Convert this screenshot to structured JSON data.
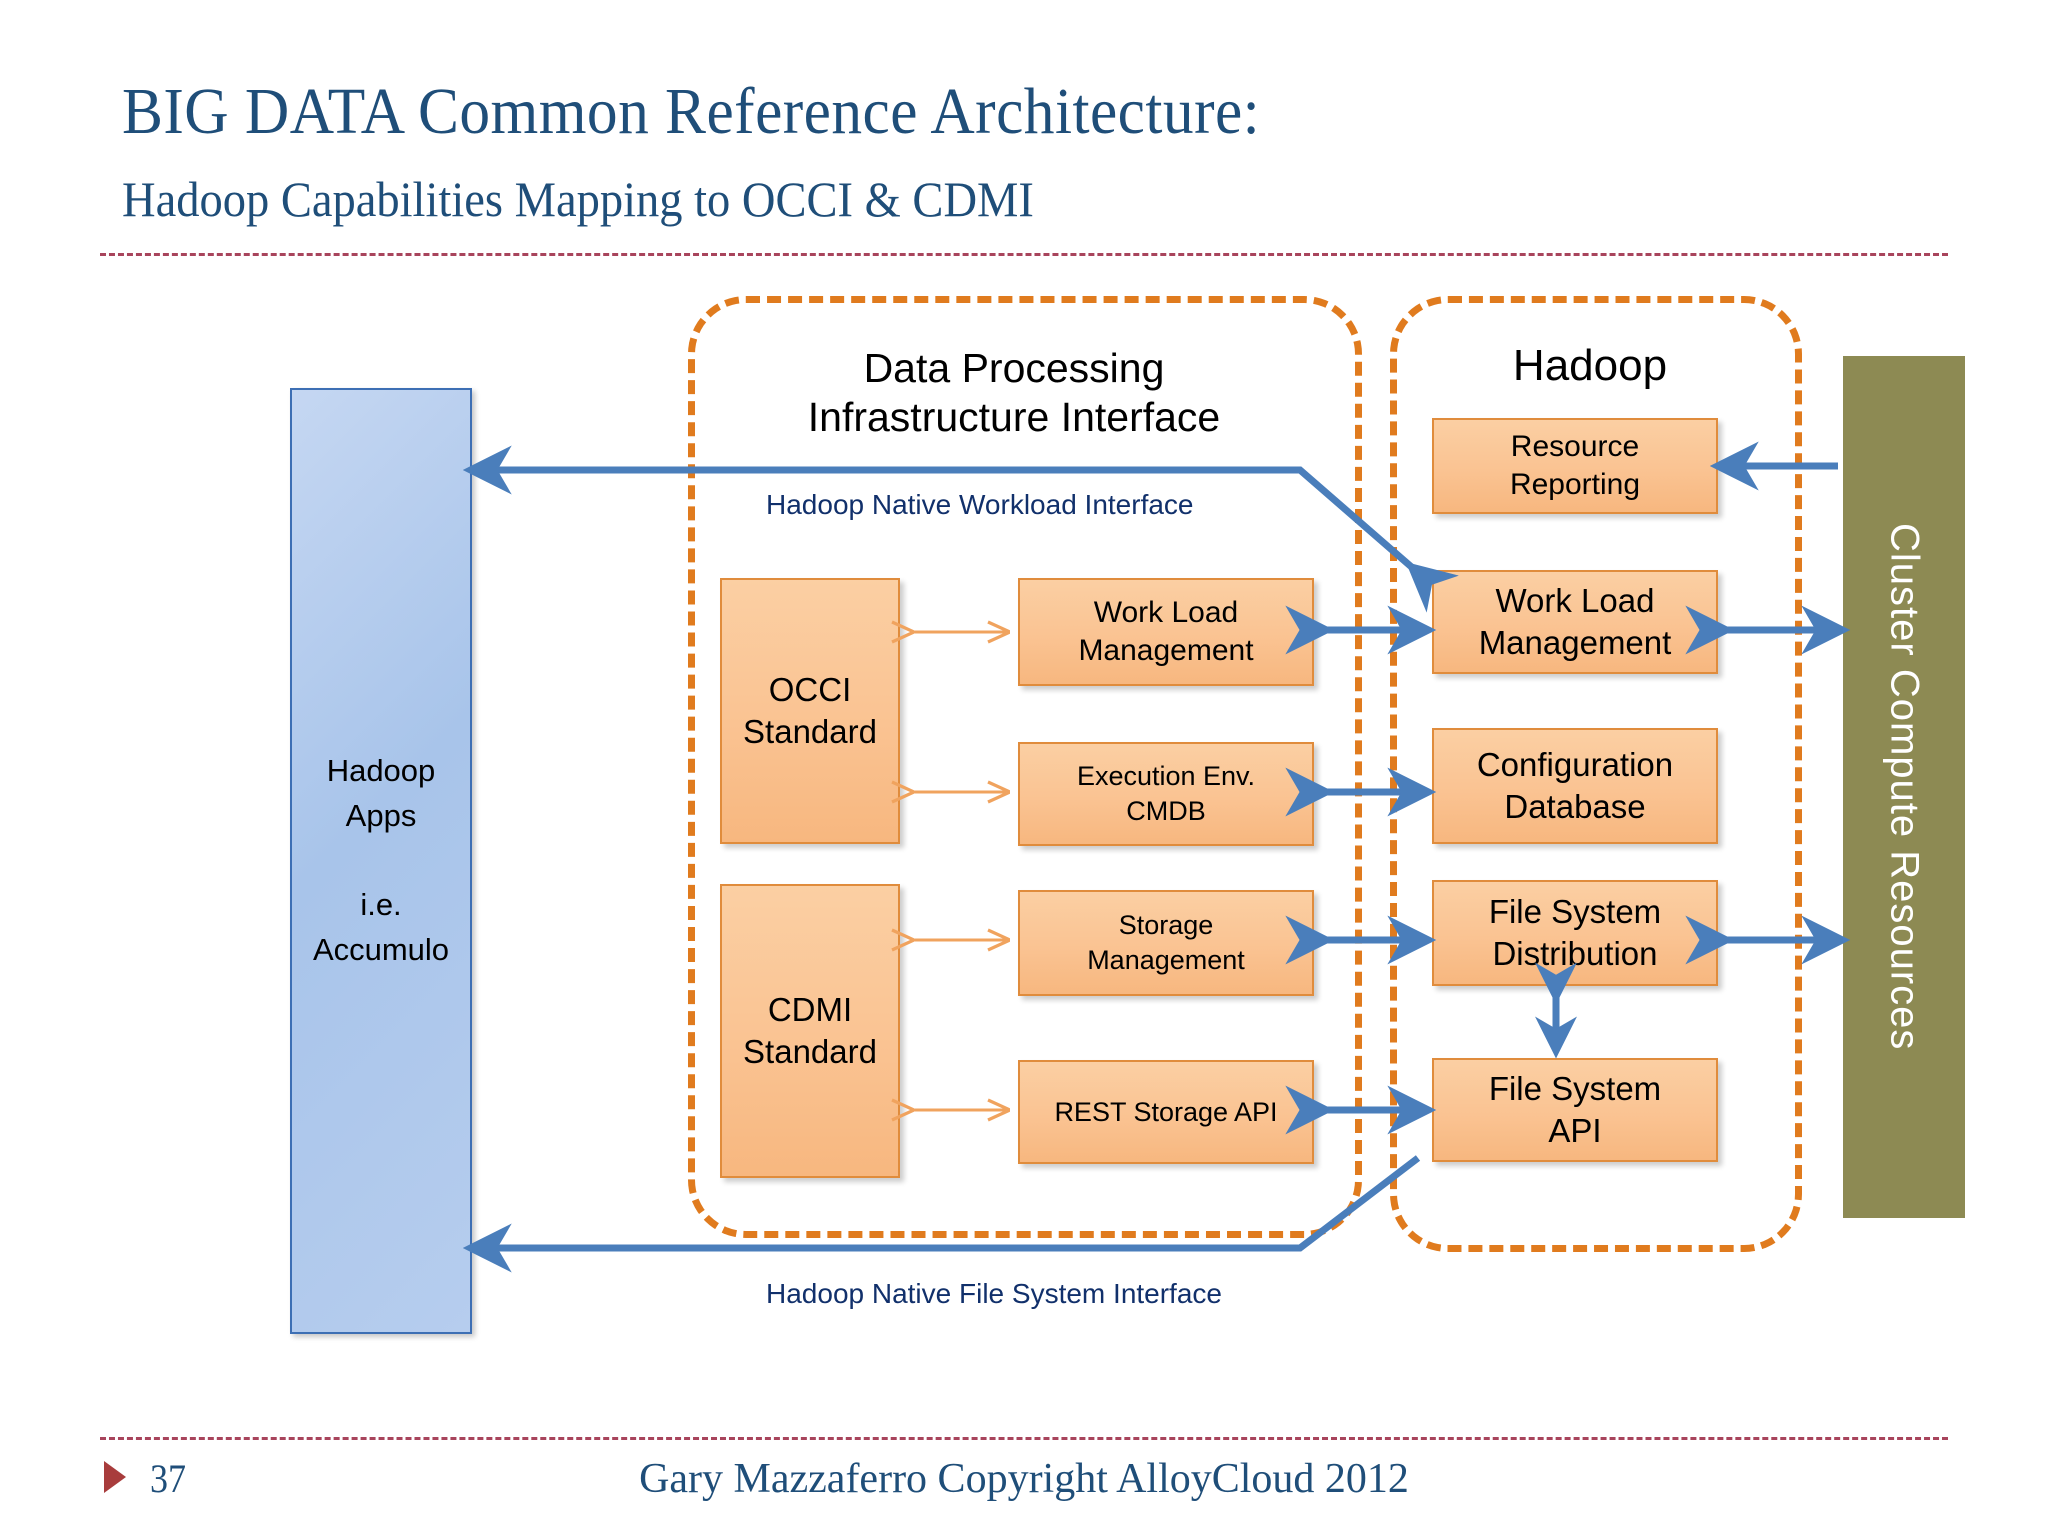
{
  "slide": {
    "title": "BIG DATA Common Reference Architecture:",
    "subtitle": "Hadoop Capabilities Mapping to OCCI & CDMI",
    "page_number": "37",
    "footer": "Gary Mazzaferro Copyright AlloyCloud 2012"
  },
  "colors": {
    "title_blue": "#1f4e79",
    "rule_maroon": "#a8445c",
    "group_orange": "#e07b1e",
    "box_orange_fill": "#fac392",
    "box_orange_border": "#e08c3c",
    "apps_blue_fill": "#a8c4ea",
    "apps_blue_border": "#3d6fb4",
    "arrow_blue": "#4a7ebb",
    "arrow_orange": "#f0a35e",
    "cluster_olive": "#8d8a53",
    "triangle_red": "#a83c3c"
  },
  "left_panel": {
    "label": "Hadoop\nApps\n\ni.e.\nAccumulo"
  },
  "right_panel": {
    "label": "Cluster Compute Resources"
  },
  "groups": {
    "data_processing": {
      "label": "Data Processing\nInfrastructure Interface"
    },
    "hadoop": {
      "label": "Hadoop"
    }
  },
  "interface_labels": {
    "workload": "Hadoop Native Workload Interface",
    "filesystem": "Hadoop Native File System Interface"
  },
  "standards": [
    {
      "id": "occi",
      "label": "OCCI\nStandard"
    },
    {
      "id": "cdmi",
      "label": "CDMI\nStandard"
    }
  ],
  "middle_boxes": [
    {
      "id": "work-load-management",
      "label": "Work Load\nManagement"
    },
    {
      "id": "execution-env-cmdb",
      "label": "Execution Env.\nCMDB"
    },
    {
      "id": "storage-management",
      "label": "Storage\nManagement"
    },
    {
      "id": "rest-storage-api",
      "label": "REST Storage API"
    }
  ],
  "hadoop_boxes": [
    {
      "id": "resource-reporting",
      "label": "Resource\nReporting"
    },
    {
      "id": "work-load-management",
      "label": "Work Load\nManagement"
    },
    {
      "id": "configuration-database",
      "label": "Configuration\nDatabase"
    },
    {
      "id": "file-system-distribution",
      "label": "File System\nDistribution"
    },
    {
      "id": "file-system-api",
      "label": "File System\nAPI"
    }
  ]
}
